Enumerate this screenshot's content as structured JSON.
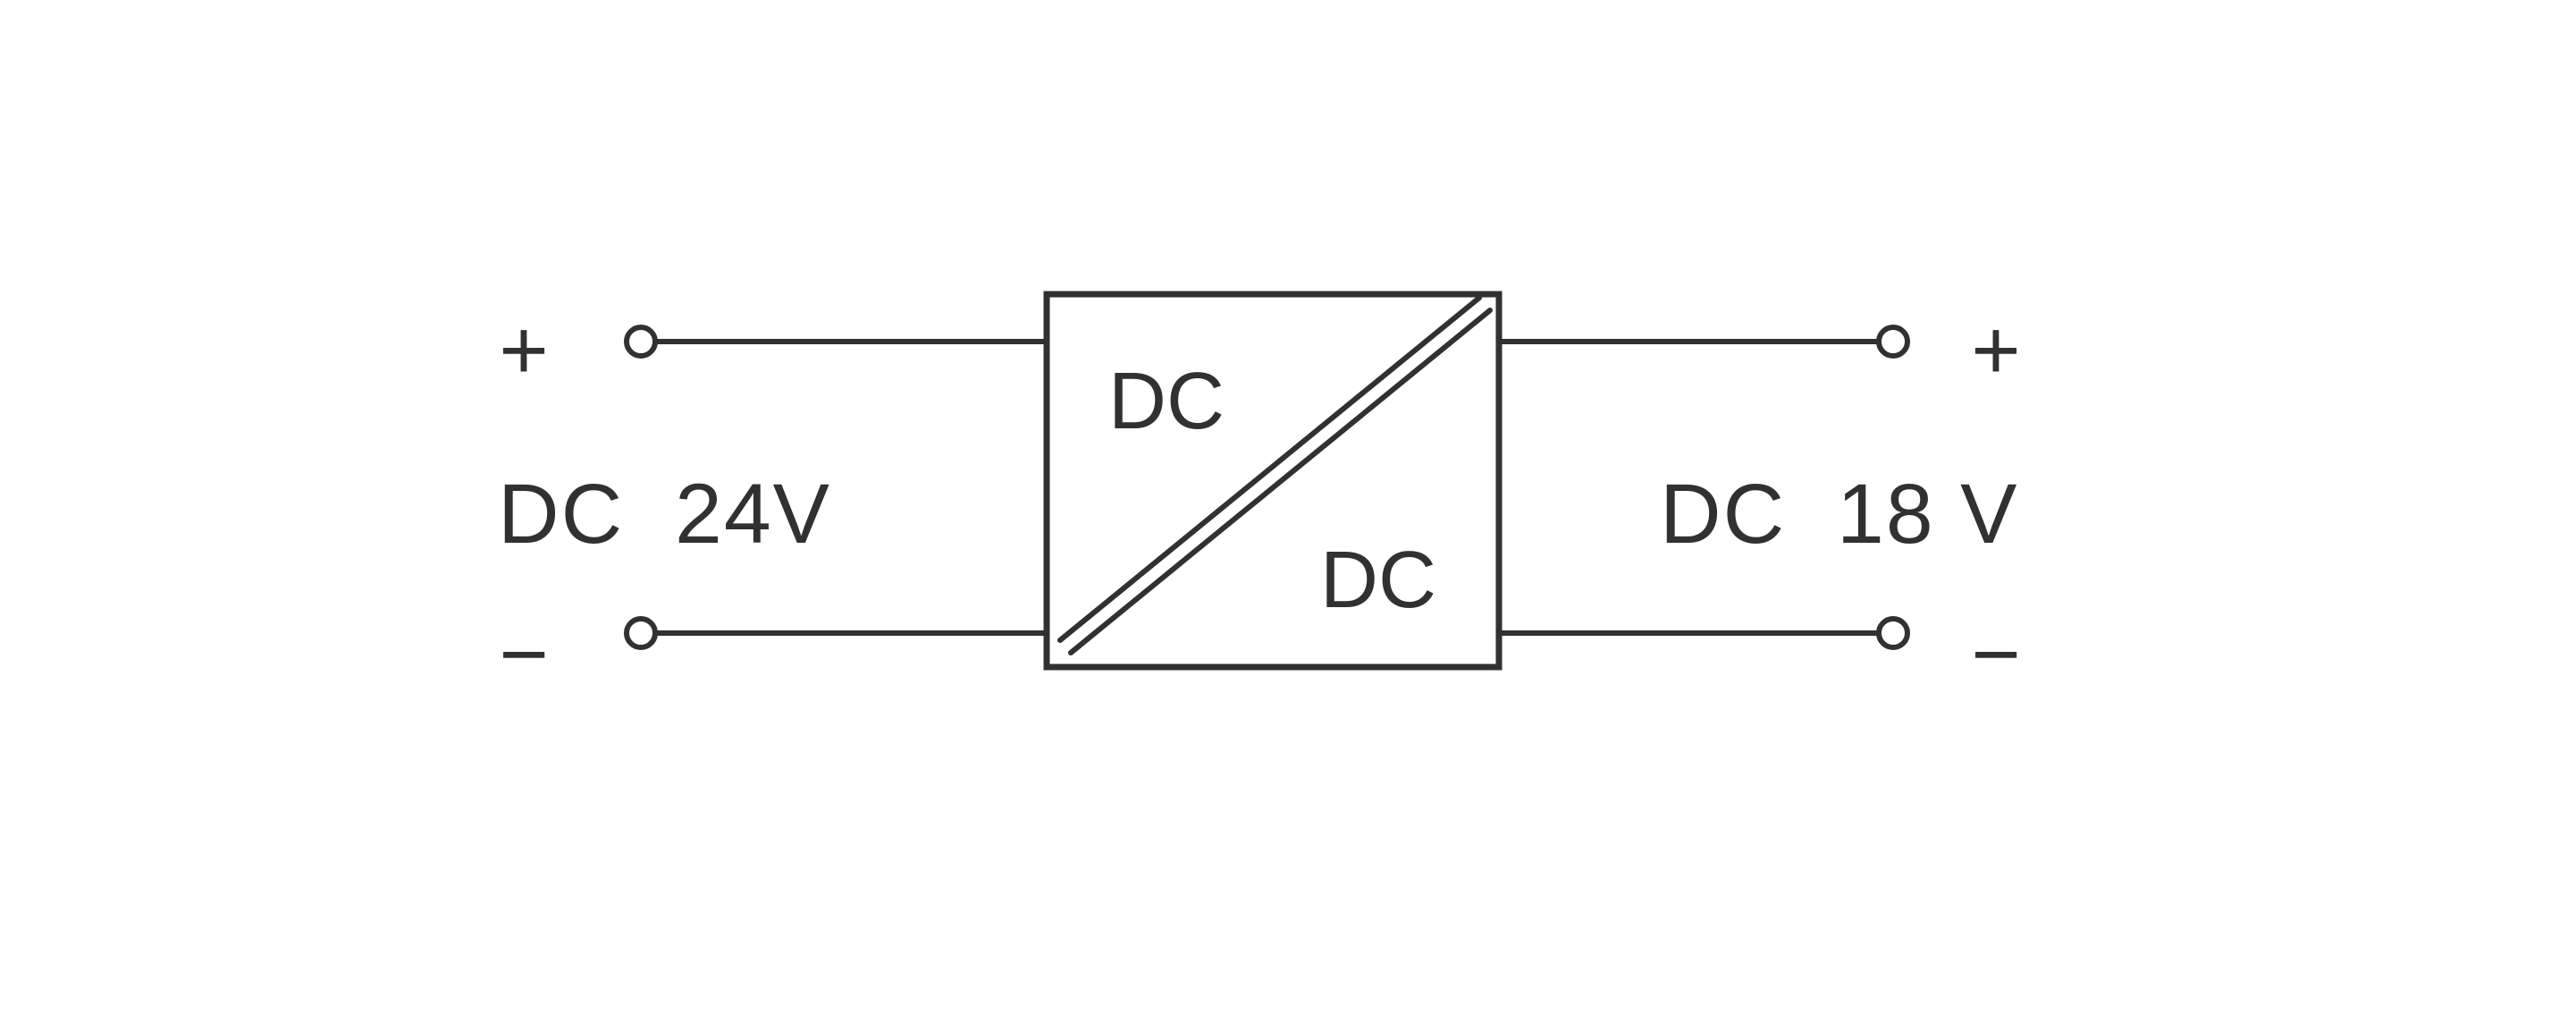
{
  "colors": {
    "line": "#313131",
    "background": "#ffffff"
  },
  "input_side": {
    "polarity_top": "+",
    "label": "DC  24V",
    "polarity_bottom": "−"
  },
  "converter": {
    "input_label": "DC",
    "output_label": "DC"
  },
  "output_side": {
    "polarity_top": "+",
    "label": "DC  18 V",
    "polarity_bottom": "−"
  }
}
